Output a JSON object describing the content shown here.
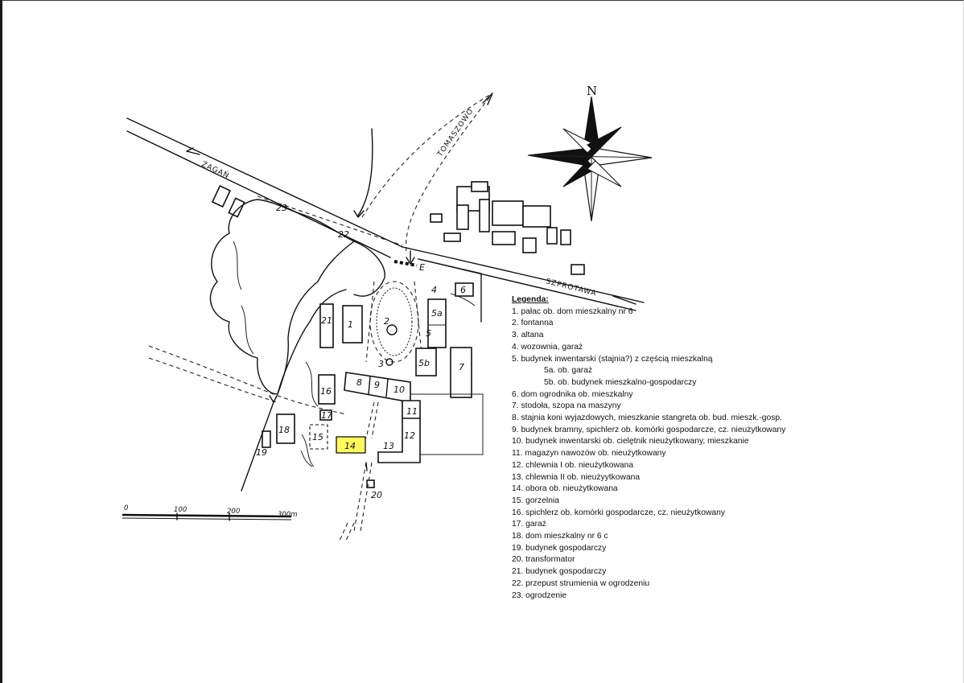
{
  "map": {
    "north": "N",
    "roads": {
      "zagan": "ŻAGAŃ",
      "tomaszowo": "TOMASZOWO",
      "szprotawa": "SZPROTAWA"
    },
    "labels": {
      "b1": "1",
      "b2": "2",
      "b3": "3",
      "b4": "4",
      "b5": "5",
      "b5a": "5a",
      "b5b": "5b",
      "b6": "6",
      "b7": "7",
      "b8": "8",
      "b9": "9",
      "b10": "10",
      "b11": "11",
      "b12": "12",
      "b13": "13",
      "b14": "14",
      "b15": "15",
      "b16": "16",
      "b17": "17",
      "b18": "18",
      "b19": "19",
      "b20": "20",
      "b21": "21",
      "b22": "22",
      "b23": "23",
      "gate": "E"
    },
    "highlight_color": "#fff95a",
    "scale": {
      "t0": "0",
      "t1": "100",
      "t2": "200",
      "t3": "300m"
    }
  },
  "legend": {
    "title": "Legenda:",
    "items": [
      "1. pałac ob. dom mieszkalny nr 6",
      "2. fontanna",
      "3. altana",
      "4. wozownia, garaż",
      "5. budynek inwentarski (stajnia?) z częścią mieszkalną",
      "5a. ob. garaż",
      "5b. ob. budynek mieszkalno-gospodarczy",
      "6. dom ogrodnika ob. mieszkalny",
      "7. stodoła, szopa na maszyny",
      "8. stajnia koni wyjazdowych, mieszkanie stangreta ob. bud. mieszk.-gosp.",
      "9. budynek bramny, spichlerz ob. komórki gospodarcze, cz. nieużytkowany",
      "10. budynek inwentarski ob. cielętnik nieużytkowany, mieszkanie",
      "11. magazyn nawozów ob. nieużytkowany",
      "12. chlewnia I ob. nieużytkowana",
      "13. chlewnia II ob. nieużyytkowana",
      "14. obora ob. nieużytkowana",
      "15. gorzelnia",
      "16. spichlerz ob. komórki gospodarcze, cz. nieużytkowany",
      "17. garaż",
      "18. dom mieszkalny nr 6 c",
      "19. budynek gospodarczy",
      "20. transformator",
      "21. budynek gospodarczy",
      "22. przepust strumienia w ogrodzeniu",
      "23. ogrodzenie"
    ]
  }
}
